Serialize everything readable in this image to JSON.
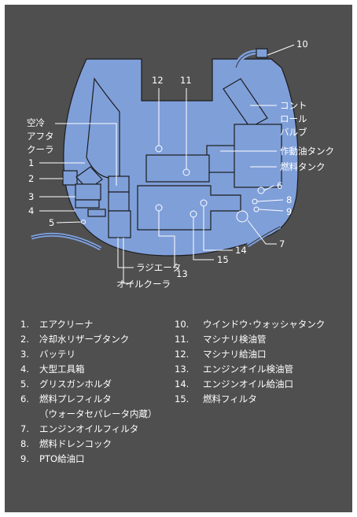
{
  "labels": {
    "c10": "10",
    "c12": "12",
    "c11": "11",
    "control_valve_1": "コント",
    "control_valve_2": "ロール",
    "control_valve_3": "バルブ",
    "aftercooler_1": "空冷",
    "aftercooler_2": "アフタ",
    "aftercooler_3": "クーラ",
    "hydraulic_tank": "作動油タンク",
    "fuel_tank": "燃料タンク",
    "c1": "1",
    "c2": "2",
    "c3": "3",
    "c4": "4",
    "c5": "5",
    "c6": "6",
    "c8": "8",
    "c9": "9",
    "c7": "7",
    "c14": "14",
    "c15": "15",
    "c13": "13",
    "radiator": "ラジエータ",
    "oil_cooler": "オイルクーラ"
  },
  "legend": {
    "left": [
      {
        "num": "1.",
        "text": "エアクリーナ"
      },
      {
        "num": "2.",
        "text": "冷却水リザーブタンク"
      },
      {
        "num": "3.",
        "text": "バッテリ"
      },
      {
        "num": "4.",
        "text": "大型工具箱"
      },
      {
        "num": "5.",
        "text": "グリスガンホルダ"
      },
      {
        "num": "6.",
        "text": "燃料プレフィルタ"
      },
      {
        "num": "7.",
        "text": "エンジンオイルフィルタ"
      },
      {
        "num": "8.",
        "text": "燃料ドレンコック"
      },
      {
        "num": "9.",
        "text": "PTO給油口"
      }
    ],
    "note6": "（ウォータセパレータ内蔵）",
    "right": [
      {
        "num": "10.",
        "text": "ウインドウ･ウォッシャタンク"
      },
      {
        "num": "11.",
        "text": "マシナリ検油管"
      },
      {
        "num": "12.",
        "text": "マシナリ給油口"
      },
      {
        "num": "13.",
        "text": "エンジンオイル検油管"
      },
      {
        "num": "14.",
        "text": "エンジンオイル給油口"
      },
      {
        "num": "15.",
        "text": "燃料フィルタ"
      }
    ]
  },
  "colors": {
    "background": "#4f4f4f",
    "machine_body": "#7f9fd9",
    "outline": "#1c1c1c",
    "text": "#ffffff"
  }
}
